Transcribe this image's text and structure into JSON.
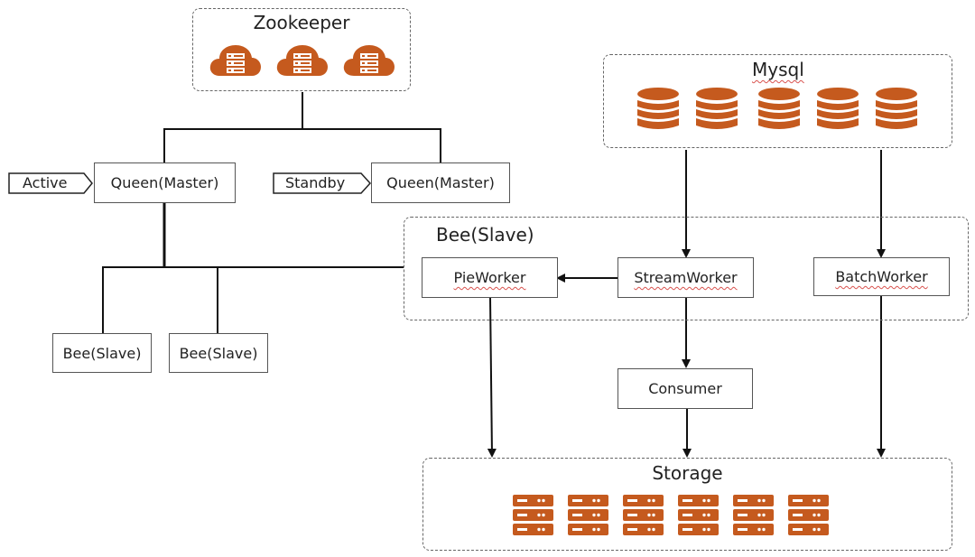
{
  "colors": {
    "accent": "#C55A1E",
    "line": "#111111",
    "border": "#555555",
    "dashed": "#666666"
  },
  "zookeeper": {
    "title": "Zookeeper",
    "icons": [
      "cloud-server-icon",
      "cloud-server-icon",
      "cloud-server-icon"
    ]
  },
  "mysql": {
    "title": "Mysql",
    "icons": [
      "database-icon",
      "database-icon",
      "database-icon",
      "database-icon",
      "database-icon"
    ]
  },
  "masters": [
    {
      "tag": "Active",
      "label": "Queen(Master)"
    },
    {
      "tag": "Standby",
      "label": "Queen(Master)"
    }
  ],
  "slaves": [
    {
      "label": "Bee(Slave)"
    },
    {
      "label": "Bee(Slave)"
    }
  ],
  "bee_group": {
    "title": "Bee(Slave)",
    "workers": [
      {
        "label": "PieWorker"
      },
      {
        "label": "StreamWorker"
      },
      {
        "label": "BatchWorker"
      }
    ]
  },
  "consumer": {
    "label": "Consumer"
  },
  "storage": {
    "title": "Storage",
    "icons": [
      "server-rack-icon",
      "server-rack-icon",
      "server-rack-icon",
      "server-rack-icon",
      "server-rack-icon",
      "server-rack-icon"
    ]
  },
  "edges": [
    {
      "from": "Zookeeper",
      "to": "Queen(Master) Active"
    },
    {
      "from": "Zookeeper",
      "to": "Queen(Master) Standby"
    },
    {
      "from": "Queen(Master) Active",
      "to": "Bee(Slave)"
    },
    {
      "from": "Queen(Master) Active",
      "to": "Bee(Slave)"
    },
    {
      "from": "Queen(Master) Active",
      "to": "Bee(Slave) group"
    },
    {
      "from": "Mysql",
      "to": "StreamWorker",
      "arrow": true
    },
    {
      "from": "Mysql",
      "to": "BatchWorker",
      "arrow": true
    },
    {
      "from": "StreamWorker",
      "to": "PieWorker",
      "arrow": true
    },
    {
      "from": "StreamWorker",
      "to": "Consumer",
      "arrow": true
    },
    {
      "from": "PieWorker",
      "to": "Storage",
      "arrow": true
    },
    {
      "from": "Consumer",
      "to": "Storage",
      "arrow": true
    },
    {
      "from": "BatchWorker",
      "to": "Storage",
      "arrow": true
    }
  ]
}
